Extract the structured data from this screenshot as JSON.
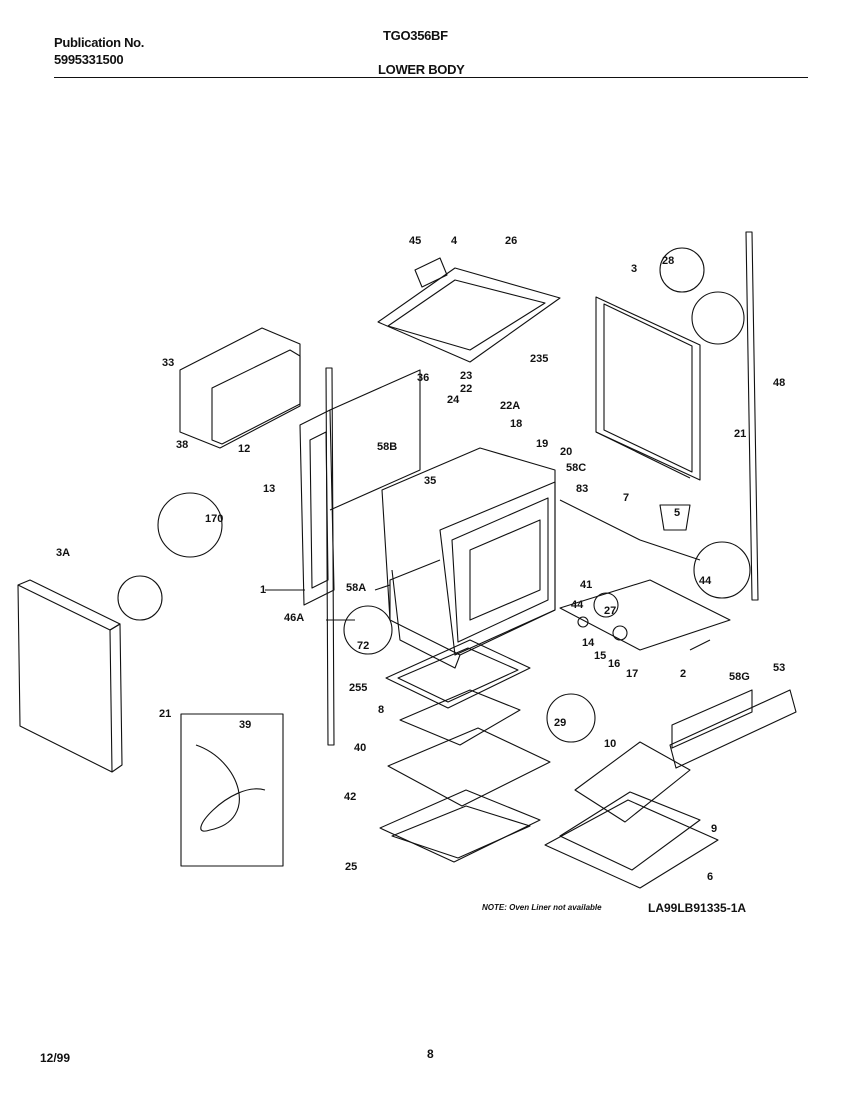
{
  "header": {
    "publication_label": "Publication No.",
    "publication_number": "5995331500",
    "model": "TGO356BF",
    "section": "LOWER BODY"
  },
  "diagram": {
    "callouts": [
      "45",
      "4",
      "26",
      "28",
      "3",
      "48",
      "33",
      "36",
      "23",
      "22",
      "24",
      "22A",
      "18",
      "235",
      "38",
      "12",
      "13",
      "58B",
      "35",
      "19",
      "20",
      "58C",
      "83",
      "7",
      "21",
      "170",
      "5",
      "1",
      "58A",
      "41",
      "44",
      "27",
      "44",
      "3A",
      "46A",
      "72",
      "14",
      "15",
      "16",
      "17",
      "2",
      "58G",
      "53",
      "255",
      "8",
      "29",
      "39",
      "21",
      "40",
      "10",
      "42",
      "9",
      "25",
      "6"
    ]
  },
  "footer": {
    "note": "NOTE: Oven Liner not available",
    "drawing_ref": "LA99LB91335-1A",
    "date": "12/99",
    "page": "8"
  }
}
